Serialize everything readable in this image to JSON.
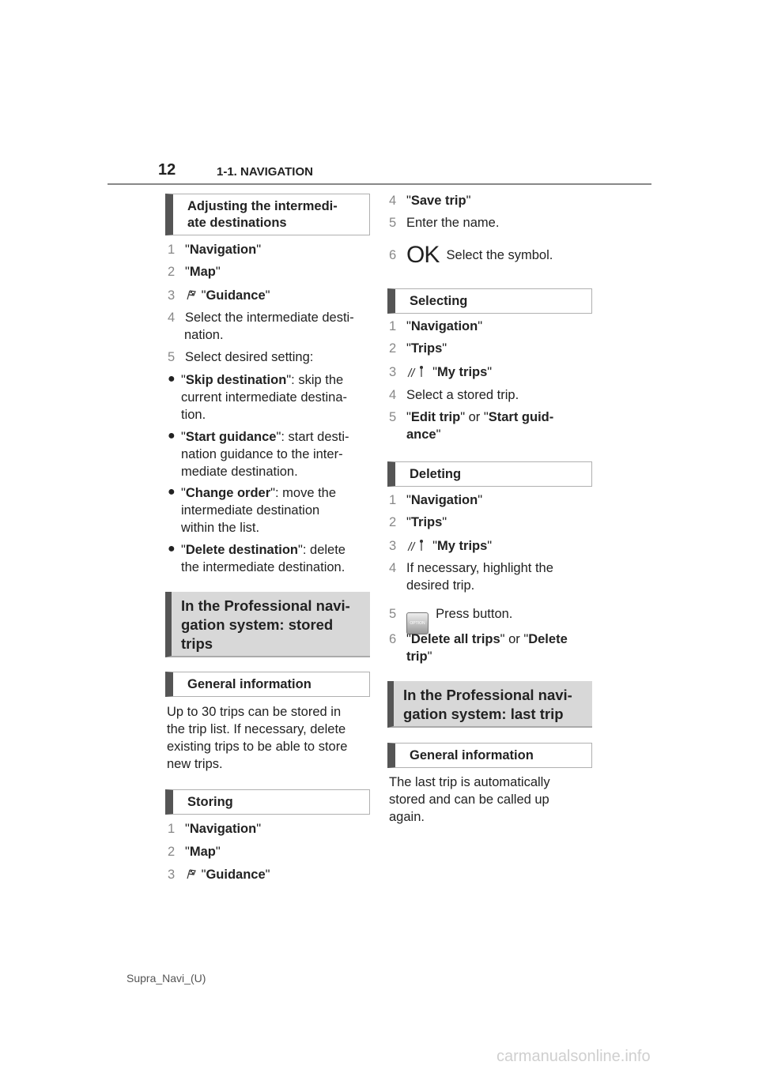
{
  "header": {
    "page_number": "12",
    "chapter": "1-1. NAVIGATION"
  },
  "left": {
    "h_adjust": [
      "Adjusting the intermedi-",
      "ate destinations"
    ],
    "s1": {
      "n": "1",
      "v": "Navigation"
    },
    "s2": {
      "n": "2",
      "v": "Map"
    },
    "s3": {
      "n": "3",
      "v": "Guidance"
    },
    "s4": {
      "n": "4",
      "l1": "Select the intermediate desti-",
      "l2": "nation."
    },
    "s5": {
      "n": "5",
      "l1": "Select desired setting:"
    },
    "b1": {
      "k": "Skip destination",
      "t": ": skip the",
      "l2": "current intermediate destina-",
      "l3": "tion."
    },
    "b2": {
      "k": "Start guidance",
      "t": ": start desti-",
      "l2": "nation guidance to the inter-",
      "l3": "mediate destination."
    },
    "b3": {
      "k": "Change order",
      "t": ": move the",
      "l2": "intermediate destination",
      "l3": "within the list."
    },
    "b4": {
      "k": "Delete destination",
      "t": ": delete",
      "l2": "the intermediate destination."
    },
    "h_stored": [
      "In the Professional navi-",
      "gation system: stored",
      "trips"
    ],
    "h_general": "General information",
    "p_general": [
      "Up to 30 trips can be stored in",
      "the trip list. If necessary, delete",
      "existing trips to be able to store",
      "new trips."
    ],
    "h_storing": "Storing",
    "t1": {
      "n": "1",
      "v": "Navigation"
    },
    "t2": {
      "n": "2",
      "v": "Map"
    },
    "t3": {
      "n": "3",
      "v": "Guidance"
    }
  },
  "right": {
    "r4": {
      "n": "4",
      "v": "Save trip"
    },
    "r5": {
      "n": "5",
      "t": "Enter the name."
    },
    "r6": {
      "n": "6",
      "ok": "OK",
      "t": "Select the symbol."
    },
    "h_selecting": "Selecting",
    "s1": {
      "n": "1",
      "v": "Navigation"
    },
    "s2": {
      "n": "2",
      "v": "Trips"
    },
    "s3": {
      "n": "3",
      "v": "My trips"
    },
    "s4": {
      "n": "4",
      "t": "Select a stored trip."
    },
    "s5": {
      "n": "5",
      "v1": "Edit trip",
      "or": " or ",
      "v2": "Start guid-",
      "l2": "ance"
    },
    "h_deleting": "Deleting",
    "d1": {
      "n": "1",
      "v": "Navigation"
    },
    "d2": {
      "n": "2",
      "v": "Trips"
    },
    "d3": {
      "n": "3",
      "v": "My trips"
    },
    "d4": {
      "n": "4",
      "l1": "If necessary, highlight the",
      "l2": "desired trip."
    },
    "d5": {
      "n": "5",
      "btn": "OPTION",
      "t": "Press button."
    },
    "d6": {
      "n": "6",
      "v1": "Delete all trips",
      "or": " or ",
      "v2": "Delete",
      "l2": "trip"
    },
    "h_last": [
      "In the Professional navi-",
      "gation system: last trip"
    ],
    "h_general2": "General information",
    "p_last": [
      "The last trip is automatically",
      "stored and can be called up",
      "again."
    ]
  },
  "footer": {
    "doc": "Supra_Navi_(U)",
    "watermark": "carmanualsonline.info"
  }
}
